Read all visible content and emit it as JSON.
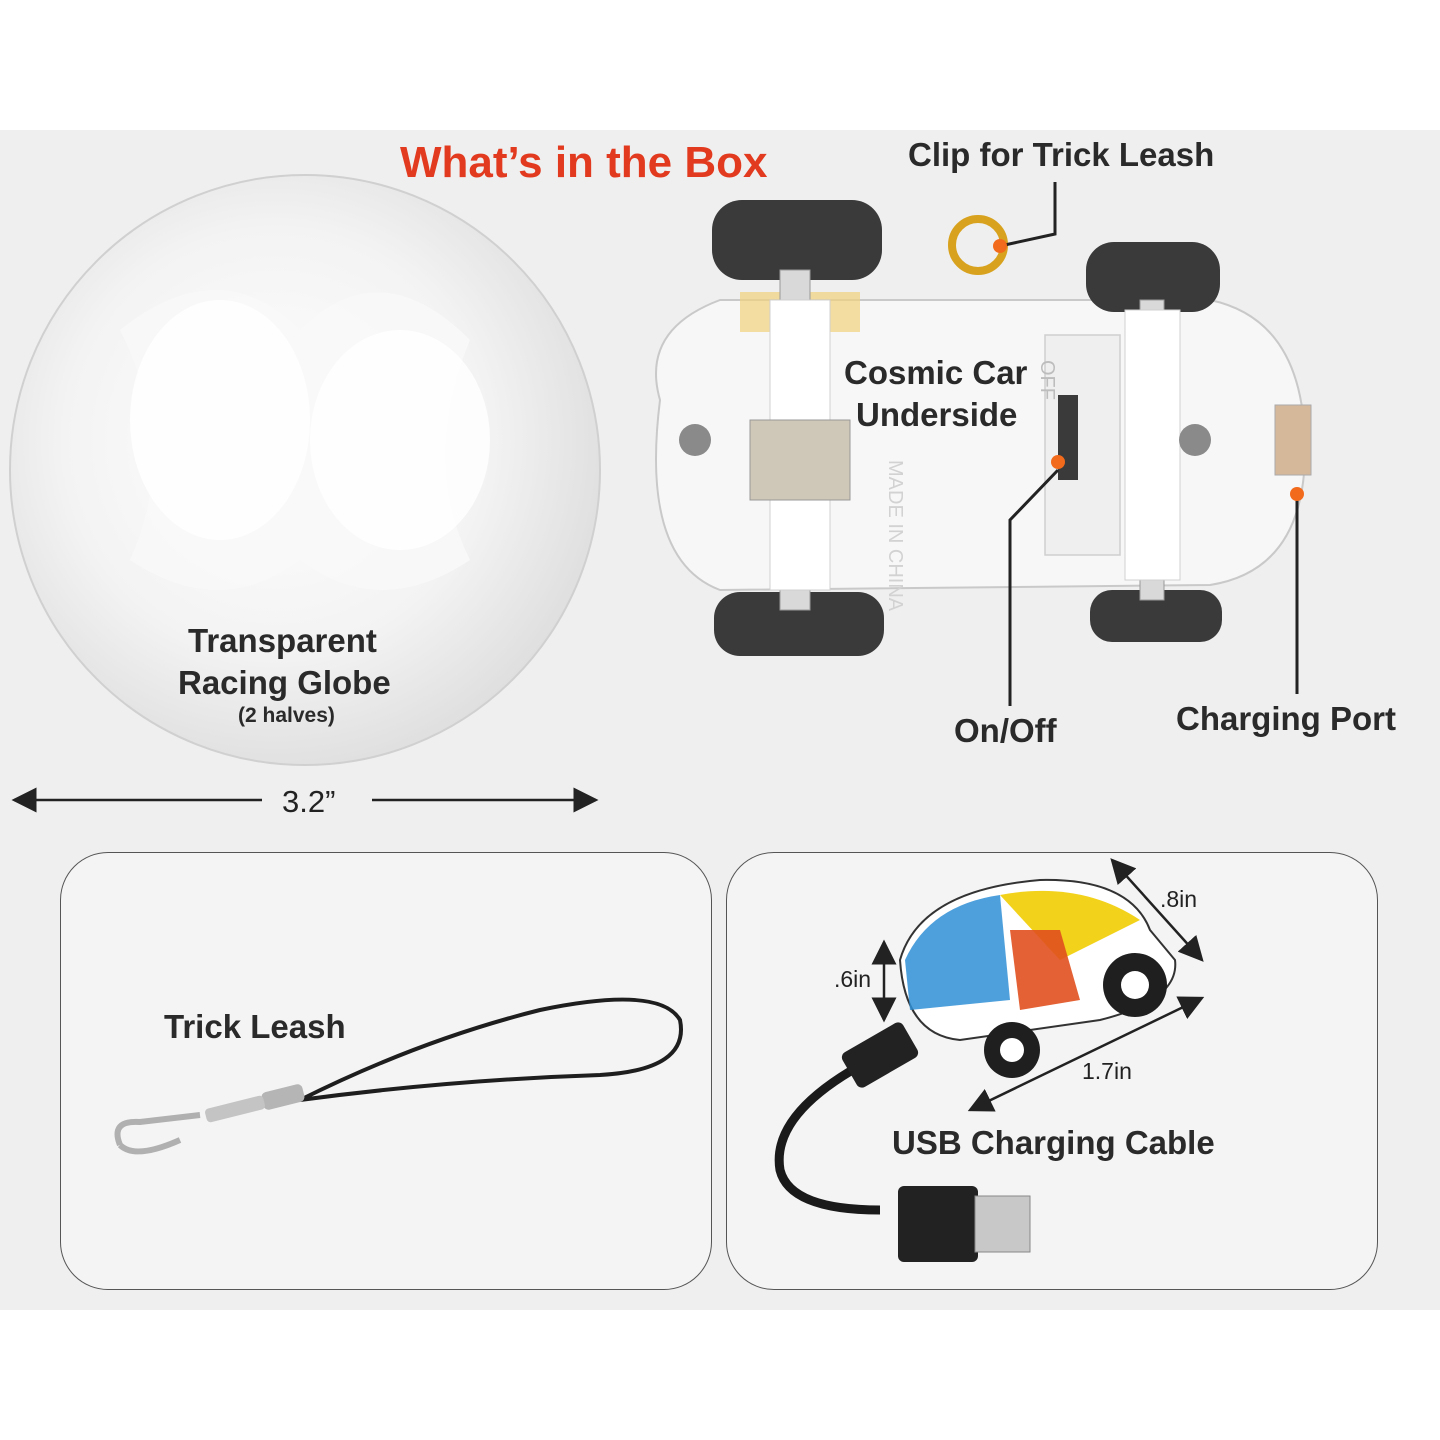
{
  "title": "What’s in the Box",
  "colors": {
    "title": "#e23a1f",
    "accent_dot": "#f26a1b",
    "background": "#efefef"
  },
  "globe": {
    "label_line1": "Transparent",
    "label_line2": "Racing Globe",
    "label_note": "(2 halves)",
    "diameter": "3.2”"
  },
  "car_underside": {
    "label_line1": "Cosmic Car",
    "label_line2": "Underside",
    "callouts": {
      "clip": "Clip for Trick Leash",
      "switch": "On/Off",
      "port": "Charging Port"
    },
    "switch_text": "OFF",
    "made_in": "MADE IN CHINA"
  },
  "leash": {
    "label": "Trick Leash"
  },
  "cable": {
    "label": "USB Charging Cable",
    "width": ".8in",
    "height": ".6in",
    "length": "1.7in"
  }
}
